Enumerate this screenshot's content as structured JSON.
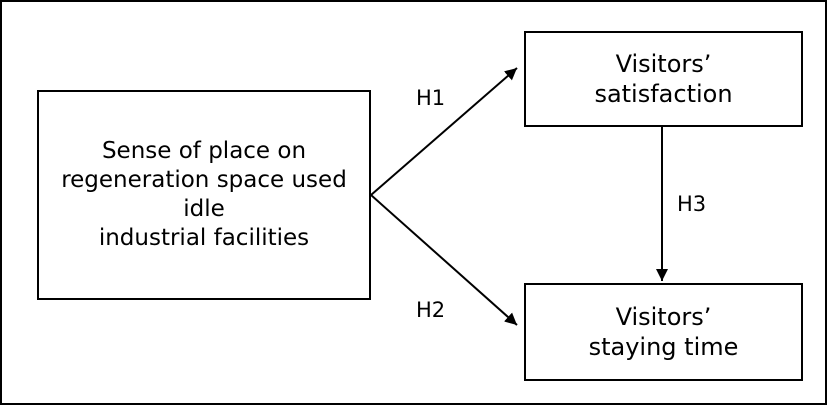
{
  "nodes": {
    "source": {
      "lines": [
        "Sense of place on",
        "regeneration space used",
        "idle",
        "industrial facilities"
      ]
    },
    "satisfaction": {
      "lines": [
        "Visitors’",
        "satisfaction"
      ]
    },
    "staying": {
      "lines": [
        "Visitors’",
        "staying time"
      ]
    }
  },
  "edges": {
    "h1": {
      "label": "H1",
      "from": "source",
      "to": "satisfaction"
    },
    "h2": {
      "label": "H2",
      "from": "source",
      "to": "staying"
    },
    "h3": {
      "label": "H3",
      "from": "satisfaction",
      "to": "staying"
    }
  },
  "colors": {
    "stroke": "#000000",
    "background": "#ffffff"
  }
}
